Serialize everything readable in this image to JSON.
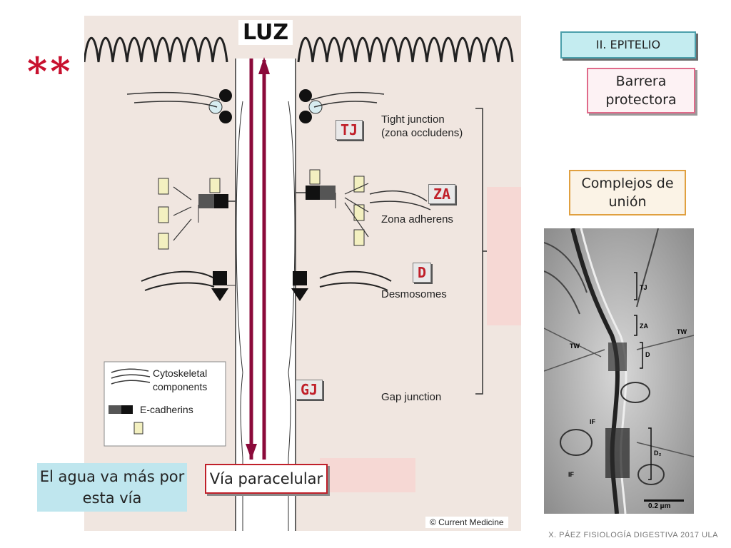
{
  "title_luz": "LUZ",
  "stars": "**",
  "section_label": "II. EPITELIO",
  "barrier_label": "Barrera protectora",
  "complex_label": "Complejos de unión",
  "tags": {
    "tj": "TJ",
    "za": "ZA",
    "d": "D",
    "gj": "GJ"
  },
  "junctions": {
    "tight_1": "Tight junction",
    "tight_2": "(zona occludens)",
    "adherens": "Zona adherens",
    "desmosomes": "Desmosomes",
    "gap": "Gap junction"
  },
  "legend": {
    "cytoskeletal_1": "Cytoskeletal",
    "cytoskeletal_2": "components",
    "ecadherins": "E-cadherins"
  },
  "water_note": "El agua va más por esta vía",
  "paracellular_label": "Vía paracelular",
  "credit": "© Current Medicine",
  "micrograph": {
    "labels": [
      "TJ",
      "ZA",
      "TW",
      "TW",
      "D",
      "IF",
      "D₂",
      "IF"
    ],
    "scale": "0.2 µm"
  },
  "footer": "X. PÁEZ   FISIOLOGÍA DIGESTIVA 2017  ULA",
  "colors": {
    "arrow": "#8b0a3a",
    "tag_text": "#c0202a",
    "star": "#c8102e",
    "barrier_border": "#e06a8a",
    "complex_border": "#e0a040",
    "note_bg": "#bfe6ee",
    "para_border": "#c0202a"
  }
}
